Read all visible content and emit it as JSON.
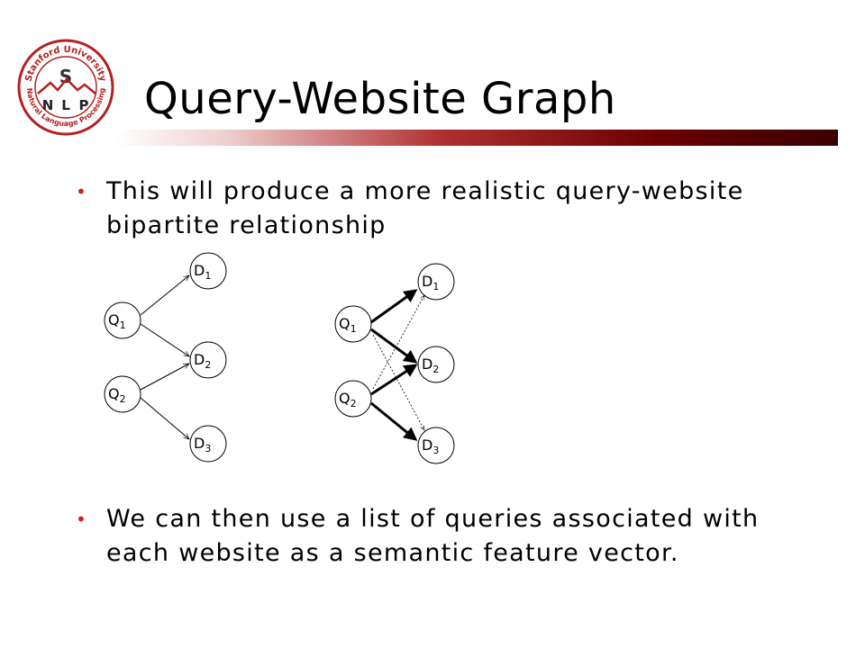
{
  "slide": {
    "title": "Query-Website Graph",
    "bullets": [
      "This will produce a more realistic query-website bipartite relationship",
      "We can then use a list of queries associated with each website as a semantic feature vector."
    ]
  },
  "logo": {
    "top_text": "Stanford University",
    "bottom_text": "Natural Language Processing",
    "center_letter": "S",
    "letters": [
      "N",
      "L",
      "P"
    ]
  },
  "diagram": {
    "graph_left": {
      "nodes": [
        {
          "letter": "Q",
          "sub": "1"
        },
        {
          "letter": "Q",
          "sub": "2"
        },
        {
          "letter": "D",
          "sub": "1"
        },
        {
          "letter": "D",
          "sub": "2"
        },
        {
          "letter": "D",
          "sub": "3"
        }
      ]
    },
    "graph_right": {
      "nodes": [
        {
          "letter": "Q",
          "sub": "1"
        },
        {
          "letter": "Q",
          "sub": "2"
        },
        {
          "letter": "D",
          "sub": "1"
        },
        {
          "letter": "D",
          "sub": "2"
        },
        {
          "letter": "D",
          "sub": "3"
        }
      ]
    }
  },
  "colors": {
    "bullet": "#cc2222",
    "logo_red": "#b22222",
    "bar_dark": "#3a0000"
  }
}
